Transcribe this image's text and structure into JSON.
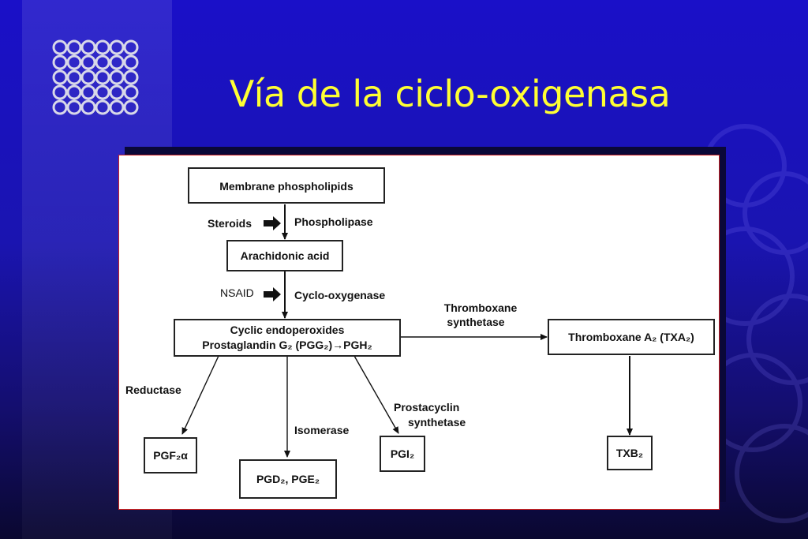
{
  "title": "Vía de la ciclo-oxigenasa",
  "logo_icon": "grid-of-circles-logo-icon",
  "colors": {
    "title": "#ffff33",
    "background": "#1a14b0",
    "panel_border": "#cc2222"
  },
  "diagram": {
    "nodes": {
      "membrane": "Membrane phospholipids",
      "arachidonic": "Arachidonic acid",
      "endoperoxides_line1": "Cyclic endoperoxides",
      "endoperoxides_line2": "Prostaglandin G₂ (PGG₂)→PGH₂",
      "thromboxane_a2": "Thromboxane A₂ (TXA₂)",
      "pgf": "PGF₂α",
      "pgd_pge": "PGD₂, PGE₂",
      "pgi": "PGI₂",
      "txb": "TXB₂"
    },
    "labels": {
      "steroids": "Steroids",
      "phospholipase": "Phospholipase",
      "nsaid": "NSAID",
      "cyclooxygenase": "Cyclo-oxygenase",
      "thromboxane_synthetase_1": "Thromboxane",
      "thromboxane_synthetase_2": "synthetase",
      "reductase": "Reductase",
      "isomerase": "Isomerase",
      "prostacyclin_1": "Prostacyclin",
      "prostacyclin_2": "synthetase"
    }
  }
}
